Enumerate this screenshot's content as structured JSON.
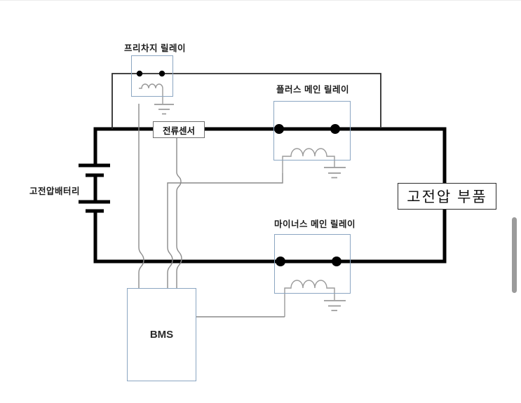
{
  "diagram": {
    "precharge_relay": {
      "label": "프리차지 릴레이"
    },
    "plus_main_relay": {
      "label": "플러스 메인 릴레이"
    },
    "minus_main_relay": {
      "label": "마이너스 메인 릴레이"
    },
    "current_sensor": {
      "label": "전류센서"
    },
    "hv_battery": {
      "label": "고전압배터리"
    },
    "hv_component": {
      "label": "고전압 부품"
    },
    "bms": {
      "label": "BMS"
    },
    "colors": {
      "bus_line": "#000000",
      "precharge_branch_wire": "#2b2b2b",
      "relay_box_border": "#8ba6c2",
      "control_wire": "#8a8a8a",
      "coil_and_ground": "#9a9a9a",
      "sensor_box_border": "#6f6f6f",
      "component_box_border": "#2c2c2c",
      "scrollbar_thumb": "#9b9b9b"
    }
  }
}
